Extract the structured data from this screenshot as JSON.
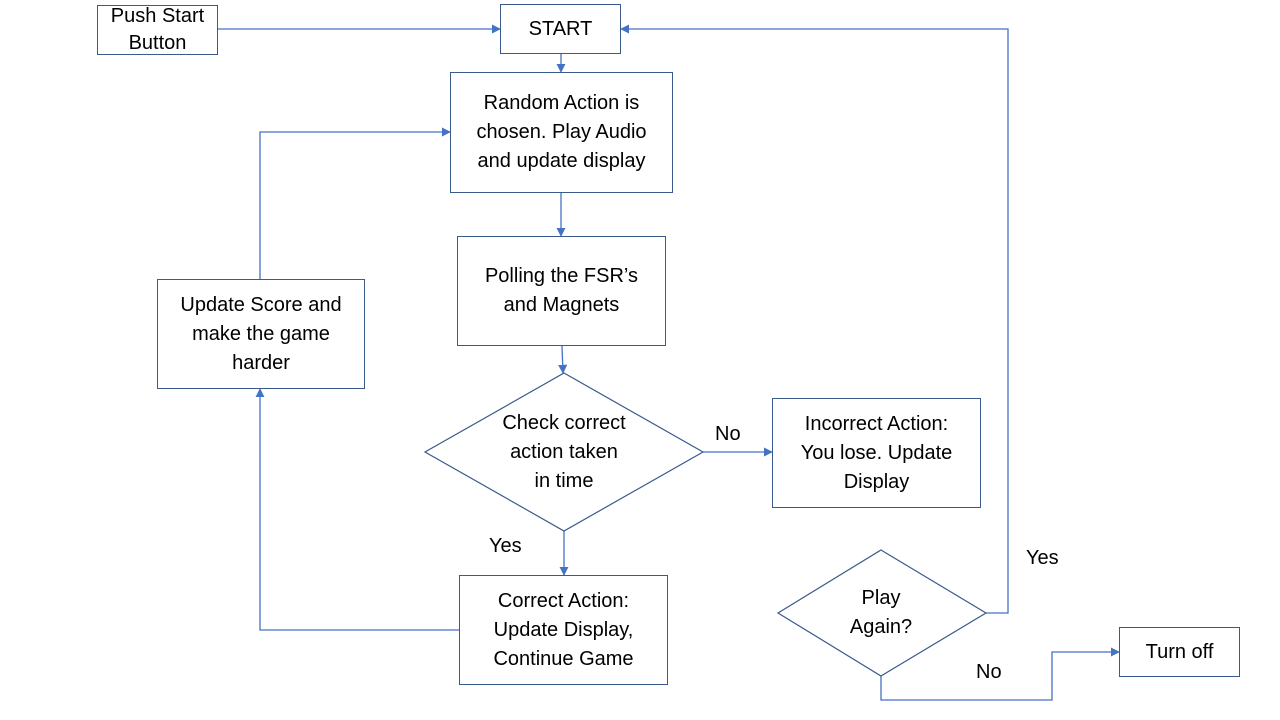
{
  "nodes": {
    "push_start": "Push Start Button",
    "start": "START",
    "random_action": "Random Action is chosen. Play Audio and update display",
    "polling": "Polling the FSR’s and Magnets",
    "check": "Check correct action taken in time",
    "incorrect": "Incorrect Action: You lose. Update Display",
    "correct": "Correct Action: Update Display, Continue Game",
    "update_score": "Update Score and make the game harder",
    "play_again": "Play Again?",
    "turn_off": "Turn off"
  },
  "labels": {
    "no_check": "No",
    "yes_check": "Yes",
    "yes_play": "Yes",
    "no_play": "No"
  },
  "colors": {
    "line": "#4472c4",
    "shape_border": "#3a5a8c"
  }
}
